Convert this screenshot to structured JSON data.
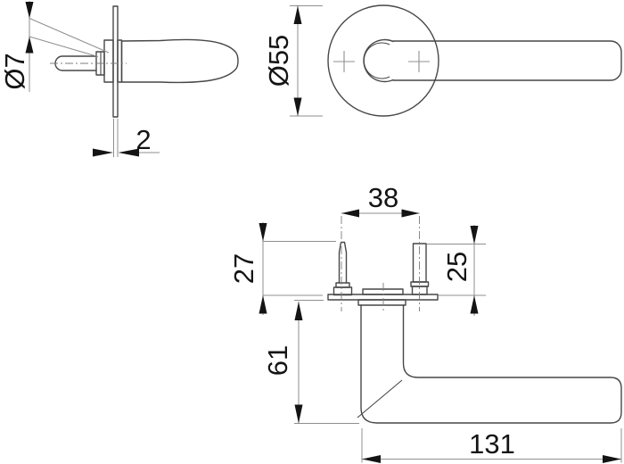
{
  "drawing": {
    "kind": "technical dimension drawing",
    "views": [
      "side view",
      "front view of rose",
      "bottom view of lever handle"
    ]
  },
  "dimensions": {
    "spindle_diameter": "Ø7",
    "rose_thickness": "2",
    "rose_diameter": "Ø55",
    "screw_spacing": "38",
    "spindle_length": "27",
    "screw_length": "25",
    "handle_drop": "61",
    "handle_length": "131"
  },
  "colors": {
    "outline": "#474747",
    "thin_line": "#8f8f8f",
    "dimension_text": "#141414",
    "background": "#ffffff"
  }
}
